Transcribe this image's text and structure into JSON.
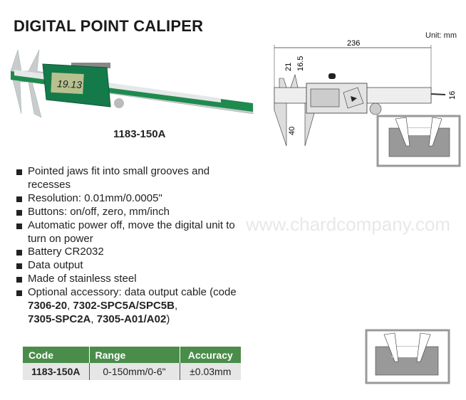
{
  "title": "DIGITAL POINT CALIPER",
  "watermark": "www.chardcompany.com",
  "model": "1183-150A",
  "display_reading": "19.13",
  "drawing": {
    "unit": "Unit: mm",
    "dim_length": "236",
    "dim_21": "21",
    "dim_16_5": "16.5",
    "dim_40": "40",
    "dim_16": "16"
  },
  "features": [
    {
      "text": "Pointed jaws fit into small grooves and recesses"
    },
    {
      "text": "Resolution: 0.01mm/0.0005\""
    },
    {
      "text": "Buttons: on/off, zero, mm/inch"
    },
    {
      "text": "Automatic power off, move the digital unit to turn on power"
    },
    {
      "text": "Battery CR2032"
    },
    {
      "text": "Data output"
    },
    {
      "text": "Made of stainless steel"
    },
    {
      "pre": "Optional accessory: data output cable (code ",
      "c1": "7306-20",
      "s1": ", ",
      "c2": "7302-SPC5A/SPC5B",
      "s2": ", ",
      "c3": "7305-SPC2A",
      "s3": ", ",
      "c4": "7305-A01/A02",
      "post": ")"
    }
  ],
  "table": {
    "headers": [
      "Code",
      "Range",
      "Accuracy"
    ],
    "rows": [
      [
        "1183-150A",
        "0-150mm/0-6\"",
        "±0.03mm"
      ]
    ]
  }
}
